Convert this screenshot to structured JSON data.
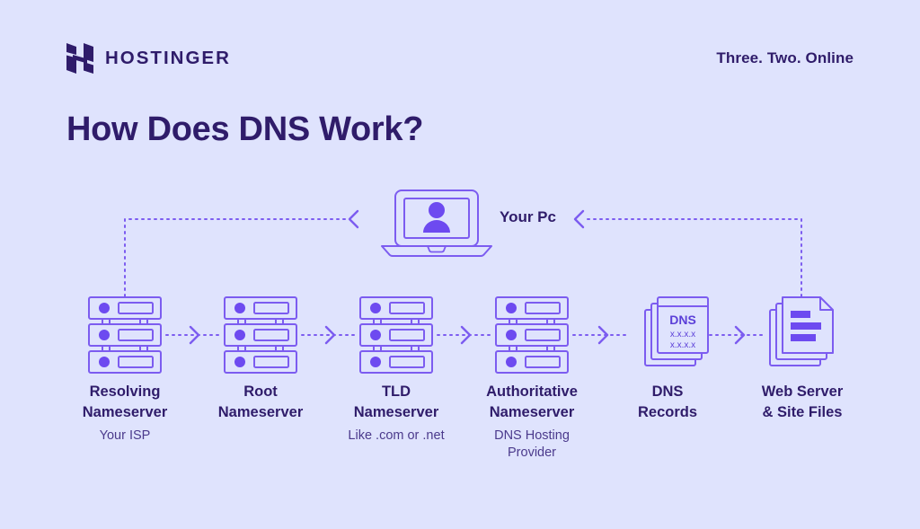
{
  "brand": {
    "logo_icon": "hostinger-h-logo",
    "name": "HOSTINGER",
    "tagline": "Three. Two. Online"
  },
  "title": "How Does DNS Work?",
  "colors": {
    "background": "#dfe3fd",
    "ink": "#2f1c6a",
    "accent": "#7c5cf0",
    "accent_dark": "#5b3fd8",
    "subtitle": "#4b3a8c"
  },
  "client": {
    "icon": "laptop-user-icon",
    "label": "Your Pc"
  },
  "nodes": [
    {
      "icon": "server-rack-icon",
      "title": "Resolving\nNameserver",
      "subtitle": "Your ISP"
    },
    {
      "icon": "server-rack-icon",
      "title": "Root\nNameserver",
      "subtitle": ""
    },
    {
      "icon": "server-rack-icon",
      "title": "TLD\nNameserver",
      "subtitle": "Like .com or .net"
    },
    {
      "icon": "server-rack-icon",
      "title": "Authoritative\nNameserver",
      "subtitle": "DNS Hosting\nProvider"
    },
    {
      "icon": "dns-records-icon",
      "title": "DNS\nRecords",
      "subtitle": ""
    },
    {
      "icon": "web-files-icon",
      "title": "Web Server\n& Site Files",
      "subtitle": ""
    }
  ],
  "dns_doc": {
    "heading": "DNS",
    "line1": "x.x.x.x",
    "line2": "x.x.x.x"
  },
  "connectors": {
    "forward_arrow_icon": "chevron-right-arrow",
    "return_arrow_icon": "chevron-left-arrow",
    "style": "dotted"
  }
}
